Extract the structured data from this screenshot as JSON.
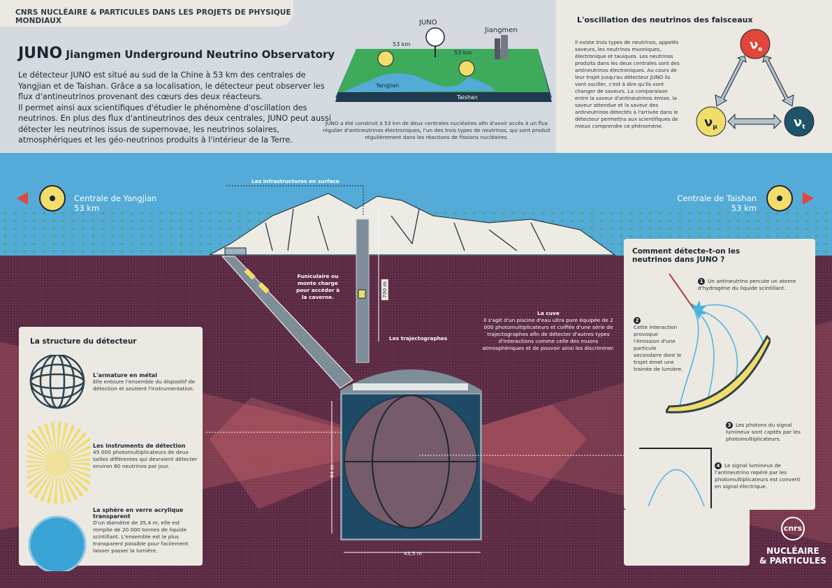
{
  "header": {
    "tab": "CNRS NUCLÉAIRE & PARTICULES DANS LES PROJETS DE PHYSIQUE MONDIAUX",
    "title_strong": "JUNO",
    "title_rest": "Jiangmen Underground Neutrino Observatory"
  },
  "intro": {
    "p1": "Le détecteur JUNO est situé au sud de la Chine à 53 km des centrales de Yangjian et de Taishan. Grâce a sa localisation, le détecteur peut observer les flux d'antineutrinos provenant des cœurs des deux réacteurs.",
    "p2": "Il permet ainsi aux scientifiques d'étudier le phénomène d'oscillation des neutrinos. En plus des flux d'antineutrinos des deux centrales, JUNO peut aussi détecter les neutrinos issus de supernovae, les neutrinos solaires, atmosphériques et les géo-neutrinos produits à l'intérieur de la Terre."
  },
  "map": {
    "juno": "JUNO",
    "jiangmen": "Jiangmen",
    "dist1": "53 km",
    "dist2": "53 km",
    "yangjian": "Yangjian",
    "taishan": "Taishan",
    "caption": "JUNO a été construit à 53 km de deux centrales nucléaires afin d'avoir accès à un flux régulier d'antineutrinos électroniques, l'un des trois types de neutrinos, qui sont produit régulièrement dans les réactions de fissions nucléaires."
  },
  "oscillation": {
    "title": "L'oscillation des neutrinos des faisceaux",
    "text": "Il existe trois types de neutrinos, appelés saveurs, les neutrinos muoniques, électronique et tauiques. Les neutrinos produits dans les deux centrales sont des antineutrinos électroniques. Au cours de leur trajet jusqu'au détecteur JUNO ils vont osciller, c'est à dire qu'ils vont changer de saveurs. La comparaison entre la saveur d'antineutrinos émise, la saveur attendue et la saveur des antineutrinos détectés à l'arrivée dans le détecteur permettra aux scientifiques de mieux comprendre ce phénomène.",
    "ve": "ν",
    "ve_sub": "e",
    "vmu": "ν",
    "vmu_sub": "μ",
    "vt": "ν",
    "vt_sub": "t"
  },
  "plants": {
    "left_name": "Centrale de Yangjian",
    "left_dist": "53 km",
    "right_name": "Centrale de Taishan",
    "right_dist": "53 km"
  },
  "labels": {
    "surface": "Les infrastructures en surface",
    "funicular": "Funiculaire ou monte charge pour accéder à la caverne.",
    "depth": "700 m",
    "trackers": "Les trajectographes",
    "tank_title": "La cuve",
    "tank_text": "Il s'agit d'un piscine d'eau ultra pure équipée de 2 000 photomultiplicateurs et coiffée d'une série de trajectographes afin de détecter d'autres types d'interactions comme celle des muons atmosphériques et de pouvoir ainsi les discriminer.",
    "height": "44 m",
    "width": "43,5 m"
  },
  "structure": {
    "title": "La structure du détecteur",
    "items": [
      {
        "heading": "L'armature en métal",
        "text": "Elle entoure l'ensemble du dispositif de détection et soutient l'instrumentation."
      },
      {
        "heading": "Les instruments de détection",
        "text": "45 000 photomultiplicateurs de deux tailles différentes qui devraient détecter environ 60 neutrinos par jour."
      },
      {
        "heading": "La sphère en verre acrylique transparent",
        "text": "D'un diamètre de 35,4 m, elle est remplie de 20 000 tonnes de liquide scintillant. L'ensemble est le plus transparent possible pour facilement laisser passer la lumière."
      }
    ]
  },
  "detection": {
    "title": "Comment détecte-t-on les neutrinos dans JUNO ?",
    "steps": [
      {
        "n": "1",
        "text": "Un antineutrino percute un atome d'hydrogène du liquide scintillant."
      },
      {
        "n": "2",
        "text": "Cette interaction provoque l'émission d'une particule secondaire dont le trajet émet une trainée de lumière."
      },
      {
        "n": "3",
        "text": "Les photons du signal lumineux sont captés par les photomultiplicateurs."
      },
      {
        "n": "4",
        "text": "Le signal lumineux de l'antineutrino repéré par les photomultiplicateurs est converti en signal électrique."
      }
    ]
  },
  "logo": {
    "cnrs": "cnrs",
    "line1": "NUCLÉAIRE",
    "line2": "& PARTICULES"
  },
  "colors": {
    "sky": "#54abd7",
    "ground": "#5a2942",
    "red": "#e0463a",
    "yellow": "#f2dc6a",
    "teal": "#1f5468"
  }
}
